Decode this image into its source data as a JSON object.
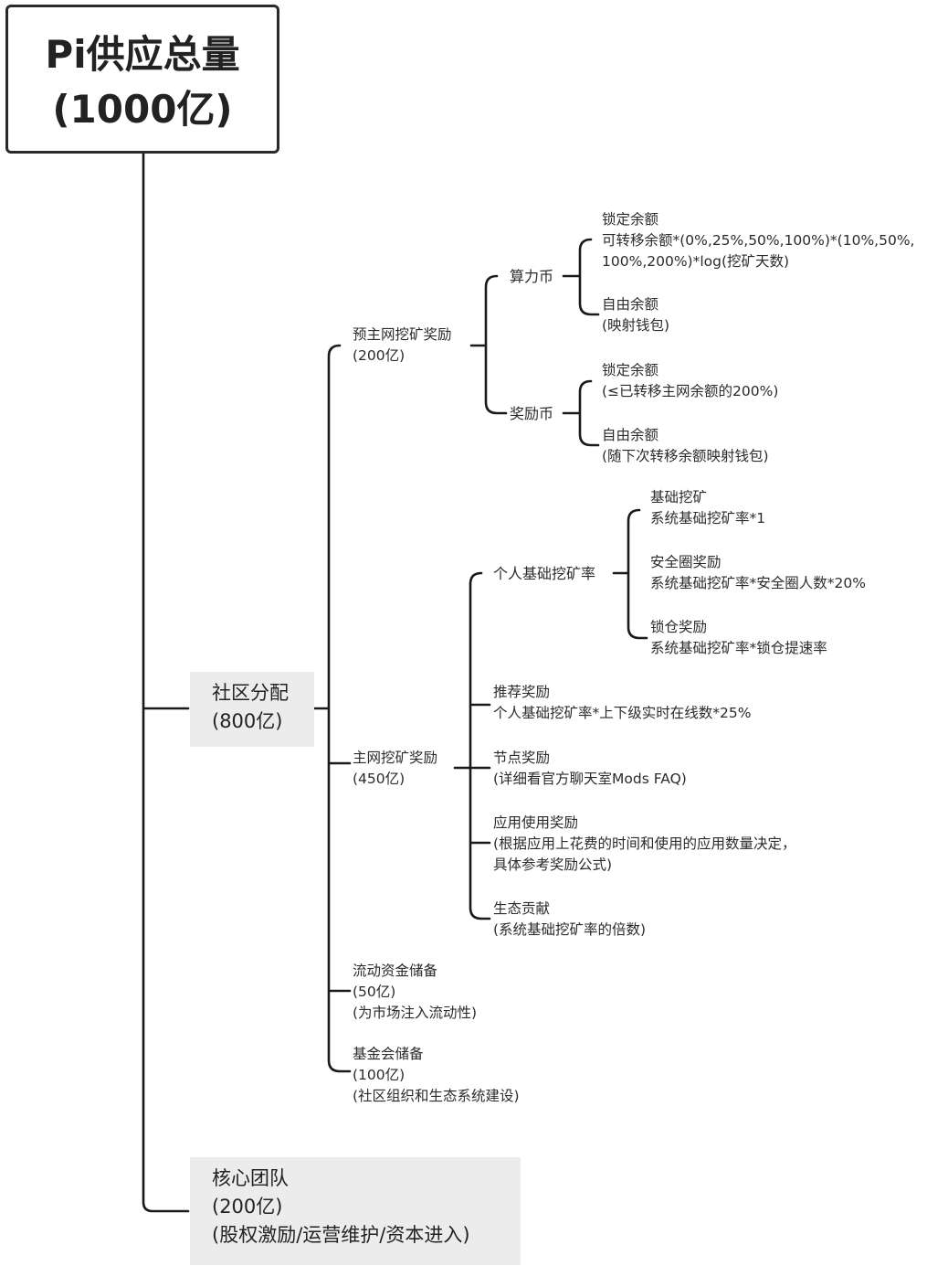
{
  "root": {
    "title": "Pi供应总量",
    "subtitle": "(1000亿)"
  },
  "community": {
    "title": "社区分配",
    "amount": "(800亿)"
  },
  "core_team": {
    "title": "核心团队",
    "amount": "(200亿)",
    "note": "(股权激励/运营维护/资本进入)"
  },
  "pre_mainnet": {
    "title": "预主网挖矿奖励",
    "amount": "(200亿)",
    "hash_coin": {
      "title": "算力币",
      "locked": {
        "title": "锁定余额",
        "line1": "可转移余额*(0%,25%,50%,100%)*(10%,50%,",
        "line2": "100%,200%)*log(挖矿天数)"
      },
      "free": {
        "title": "自由余额",
        "note": "(映射钱包)"
      }
    },
    "reward_coin": {
      "title": "奖励币",
      "locked": {
        "title": "锁定余额",
        "note": "(≤已转移主网余额的200%)"
      },
      "free": {
        "title": "自由余额",
        "note": "(随下次转移余额映射钱包)"
      }
    }
  },
  "mainnet": {
    "title": "主网挖矿奖励",
    "amount": "(450亿)",
    "base_rate": {
      "title": "个人基础挖矿率",
      "basic": {
        "title": "基础挖矿",
        "formula": "系统基础挖矿率*1"
      },
      "security": {
        "title": "安全圈奖励",
        "formula": "系统基础挖矿率*安全圈人数*20%"
      },
      "lockup": {
        "title": "锁仓奖励",
        "formula": "系统基础挖矿率*锁仓提速率"
      }
    },
    "referral": {
      "title": "推荐奖励",
      "formula": "个人基础挖矿率*上下级实时在线数*25%"
    },
    "node": {
      "title": "节点奖励",
      "note": "(详细看官方聊天室Mods FAQ)"
    },
    "app_usage": {
      "title": "应用使用奖励",
      "line1": "(根据应用上花费的时间和使用的应用数量决定，",
      "line2": "具体参考奖励公式)"
    },
    "ecosystem": {
      "title": "生态贡献",
      "note": "(系统基础挖矿率的倍数)"
    }
  },
  "liquidity": {
    "title": "流动资金储备",
    "amount": "(50亿)",
    "note": "(为市场注入流动性)"
  },
  "foundation": {
    "title": "基金会储备",
    "amount": "(100亿)",
    "note": "(社区组织和生态系统建设)"
  }
}
